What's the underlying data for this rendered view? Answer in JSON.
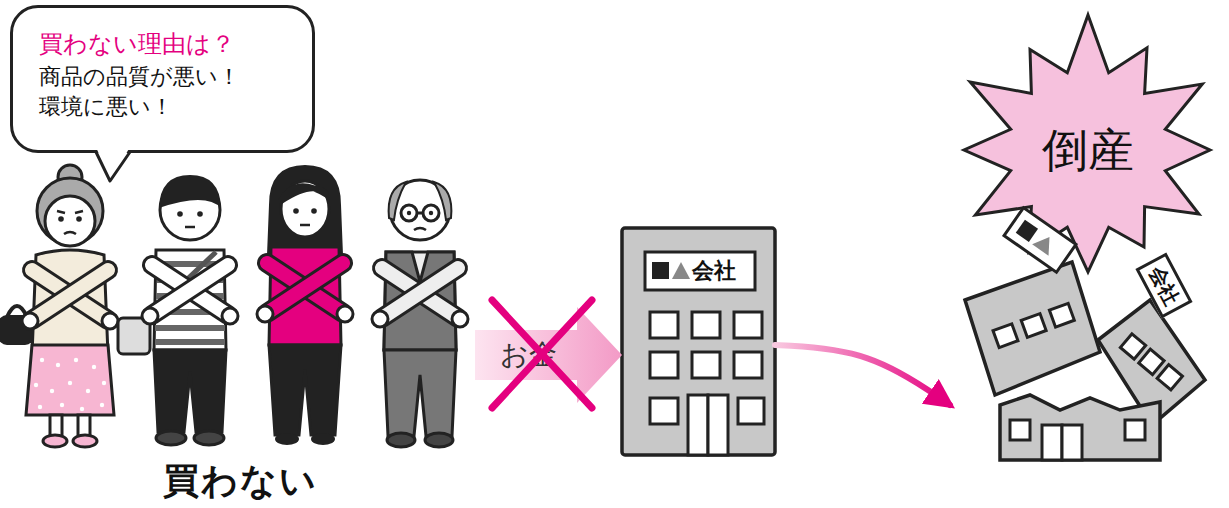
{
  "diagram": {
    "nodes": [
      {
        "text": [
          "買わない理由は？",
          "商品の品質が悪い！ 環境に悪い！"
        ]
      },
      {
        "text": [
          "買わない"
        ]
      },
      {
        "text": [
          "会社"
        ]
      },
      {
        "text": [
          "倒産"
        ]
      }
    ],
    "edges": [
      {
        "from": 1,
        "to": 2,
        "label": "お金",
        "arrow": "to"
      },
      {
        "from": 2,
        "to": 3,
        "arrow": "to"
      }
    ],
    "labels": [
      "会社"
    ]
  }
}
